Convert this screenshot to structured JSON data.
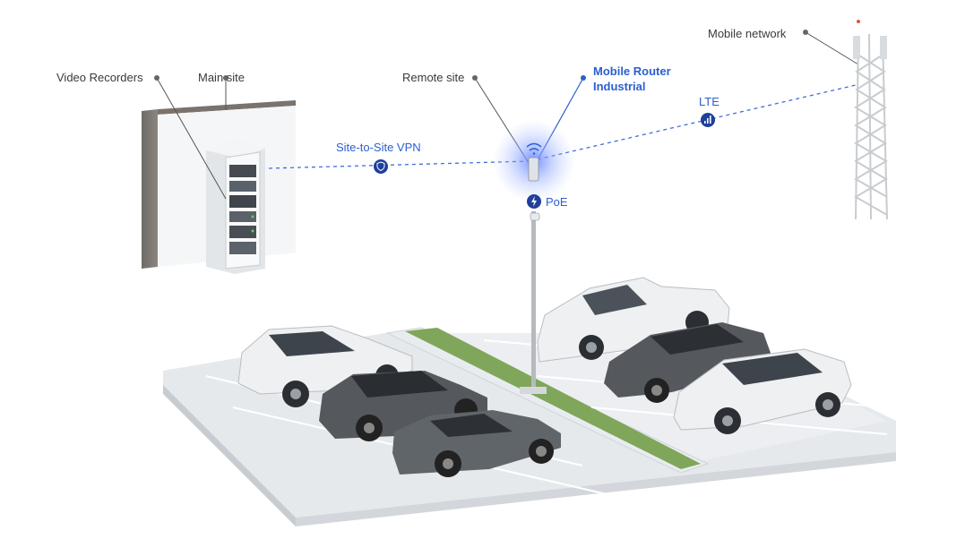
{
  "labels": {
    "video_recorders": "Video Recorders",
    "main_site": "Main site",
    "remote_site": "Remote site",
    "router_line1": "Mobile Router",
    "router_line2": "Industrial",
    "mobile_network": "Mobile network",
    "lte": "LTE",
    "vpn": "Site-to-Site VPN",
    "poe": "PoE"
  },
  "colors": {
    "link": "#2b5fd0",
    "badge": "#1e3f9a",
    "grass": "#7fa65a",
    "ground": "#e9ecef"
  },
  "icons": {
    "vpn_badge": "shield-icon",
    "lte_badge": "signal-bars-icon",
    "poe_badge": "lightning-icon",
    "router_top": "wifi-icon"
  }
}
